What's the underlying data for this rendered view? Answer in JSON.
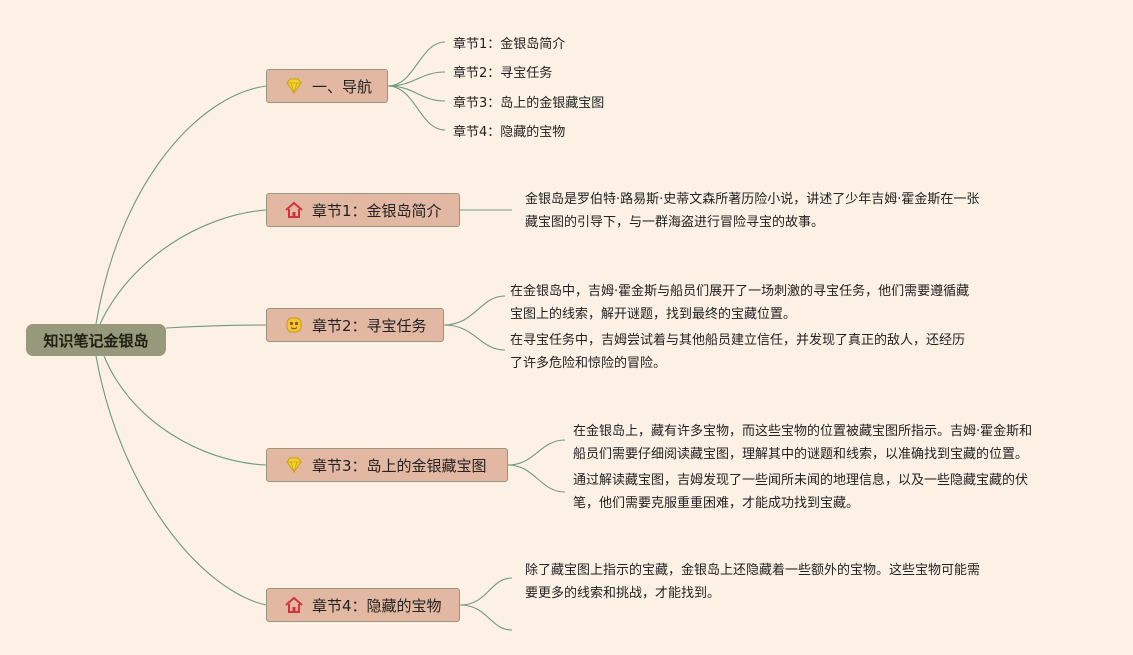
{
  "root": {
    "label": "知识笔记金银岛"
  },
  "branches": [
    {
      "label": "一、导航",
      "icon": "diamond-icon"
    },
    {
      "label": "章节1：金银岛简介",
      "icon": "home-icon"
    },
    {
      "label": "章节2：寻宝任务",
      "icon": "mask-icon"
    },
    {
      "label": "章节3：岛上的金银藏宝图",
      "icon": "diamond-icon"
    },
    {
      "label": "章节4：隐藏的宝物",
      "icon": "home-icon"
    }
  ],
  "nav_items": [
    "章节1：金银岛简介",
    "章节2：寻宝任务",
    "章节3：岛上的金银藏宝图",
    "章节4：隐藏的宝物"
  ],
  "notes": {
    "ch1": [
      [
        "金银岛是罗伯特·路易斯·史蒂文森所著历险小说，讲述了少年吉姆·霍金斯在一张",
        "藏宝图的引导下，与一群海盗进行冒险寻宝的故事。"
      ]
    ],
    "ch2": [
      [
        "在金银岛中，吉姆·霍金斯与船员们展开了一场刺激的寻宝任务，他们需要遵循藏",
        "宝图上的线索，解开谜题，找到最终的宝藏位置。"
      ],
      [
        "在寻宝任务中，吉姆尝试着与其他船员建立信任，并发现了真正的敌人，还经历",
        "了许多危险和惊险的冒险。"
      ]
    ],
    "ch3": [
      [
        "在金银岛上，藏有许多宝物，而这些宝物的位置被藏宝图所指示。吉姆·霍金斯和",
        "船员们需要仔细阅读藏宝图，理解其中的谜题和线索，以准确找到宝藏的位置。"
      ],
      [
        "通过解读藏宝图，吉姆发现了一些闻所未闻的地理信息，以及一些隐藏宝藏的伏",
        "笔，他们需要克服重重困难，才能成功找到宝藏。"
      ]
    ],
    "ch4": [
      [
        "除了藏宝图上指示的宝藏，金银岛上还隐藏着一些额外的宝物。这些宝物可能需",
        "要更多的线索和挑战，才能找到。"
      ]
    ]
  },
  "colors": {
    "background": "#fdf1e6",
    "root": "#97997d",
    "branch": "#e3b8a2",
    "line": "#6e9a80"
  }
}
